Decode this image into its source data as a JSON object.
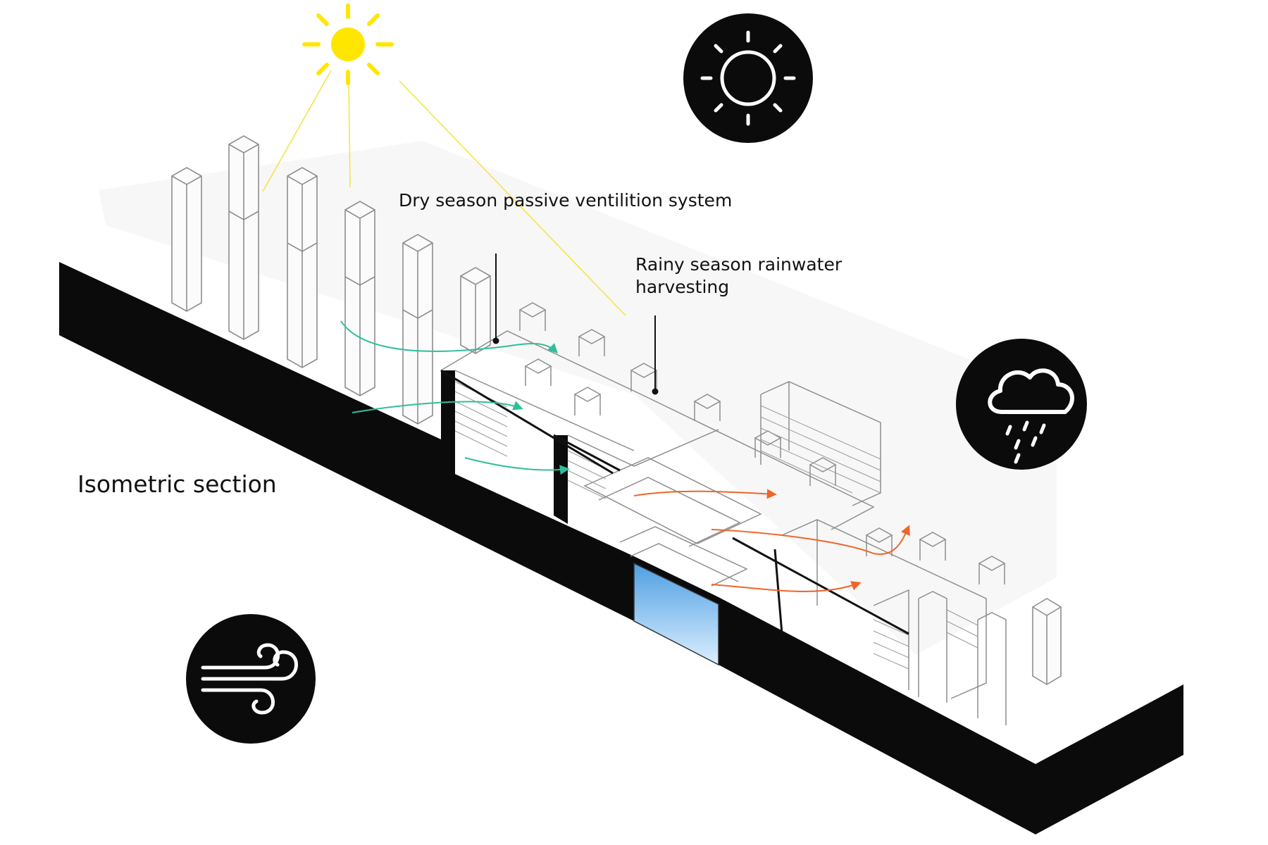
{
  "labels": {
    "dry_season": "Dry season passive ventilition system",
    "rainy_season_line1": "Rainy season rainwater",
    "rainy_season_line2": "harvesting",
    "section": "Isometric section"
  },
  "icons": {
    "top_left": "sun-rays-icon",
    "top_right": "sun-icon",
    "right": "rain-cloud-icon",
    "bottom_left": "wind-icon"
  },
  "colors": {
    "ground": "#0b0b0b",
    "sun": "#ffe600",
    "sun_ray": "#f3e54a",
    "dry_air_flow": "#2fbf9a",
    "warm_air_flow": "#f0652a",
    "water": "#6fb7ec",
    "line_art": "#8e8e8e",
    "icon_disc": "#0b0b0b",
    "icon_stroke": "#ffffff"
  }
}
